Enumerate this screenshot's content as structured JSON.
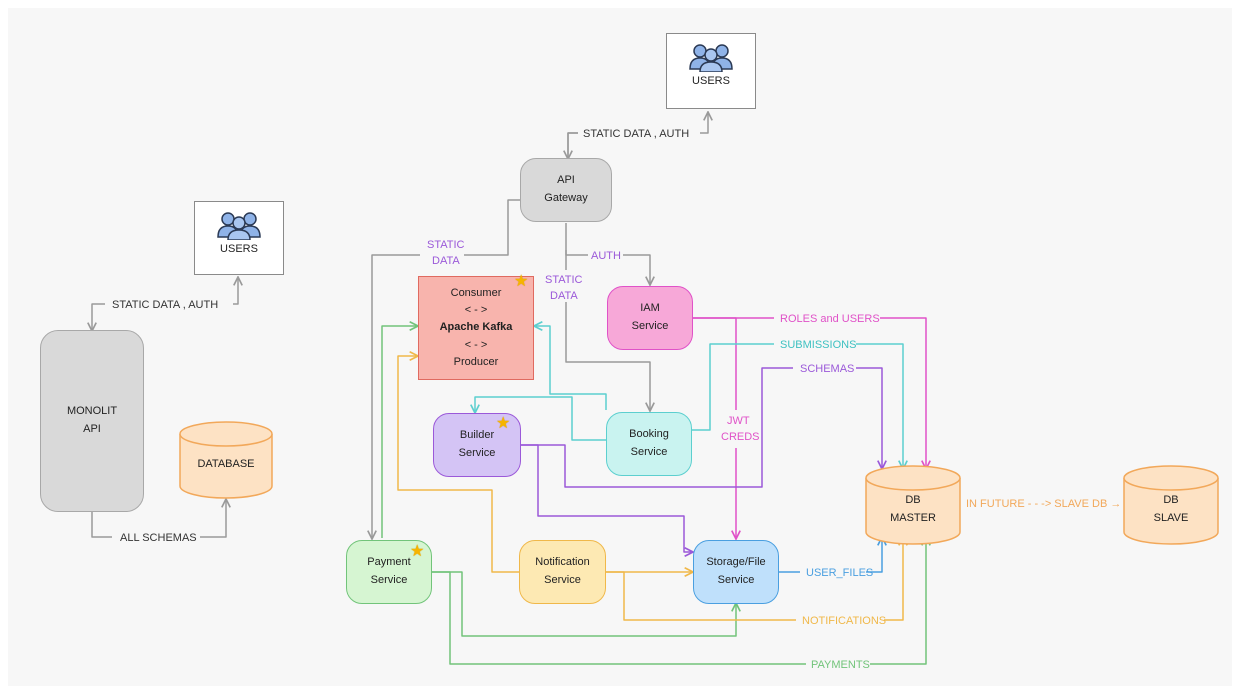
{
  "users_top": {
    "label": "USERS"
  },
  "users_left": {
    "label": "USERS"
  },
  "monolith": {
    "line1": "MONOLIT",
    "line2": "API"
  },
  "database": {
    "label": "DATABASE"
  },
  "api_gateway": {
    "line1": "API",
    "line2": "Gateway"
  },
  "kafka": {
    "line1": "Consumer",
    "line2": "< - >",
    "line3": "Apache Kafka",
    "line4": "< - >",
    "line5": "Producer"
  },
  "iam": {
    "line1": "IAM",
    "line2": "Service"
  },
  "builder": {
    "line1": "Builder",
    "line2": "Service"
  },
  "booking": {
    "line1": "Booking",
    "line2": "Service"
  },
  "payment": {
    "line1": "Payment",
    "line2": "Service"
  },
  "notification": {
    "line1": "Notification",
    "line2": "Service"
  },
  "storage": {
    "line1": "Storage/File",
    "line2": "Service"
  },
  "db_master": {
    "line1": "DB",
    "line2": "MASTER"
  },
  "db_slave": {
    "line1": "DB",
    "line2": "SLAVE"
  },
  "edges": {
    "static_auth_top": "STATIC DATA  ,  AUTH",
    "static_auth_left": "STATIC DATA  ,  AUTH",
    "all_schemas": "ALL SCHEMAS",
    "static_data_1a": "STATIC",
    "static_data_1b": "DATA",
    "static_data_2a": "STATIC",
    "static_data_2b": "DATA",
    "auth": "AUTH",
    "roles_users": "ROLES and USERS",
    "submissions": "SUBMISSIONS",
    "schemas": "SCHEMAS",
    "jwt": "JWT",
    "creds": "CREDS",
    "user_files": "USER_FILES",
    "notifications": "NOTIFICATIONS",
    "payments": "PAYMENTS",
    "in_future": "IN FUTURE  - - ->  SLAVE DB  →"
  },
  "colors": {
    "gray": "#9a9a9a",
    "purple": "#9b59d9",
    "pink": "#e052c8",
    "teal": "#5ccfcf",
    "green": "#72c47a",
    "orange": "#f0b84a",
    "blue": "#4a9fe0",
    "db_orange": "#f2a85a"
  }
}
